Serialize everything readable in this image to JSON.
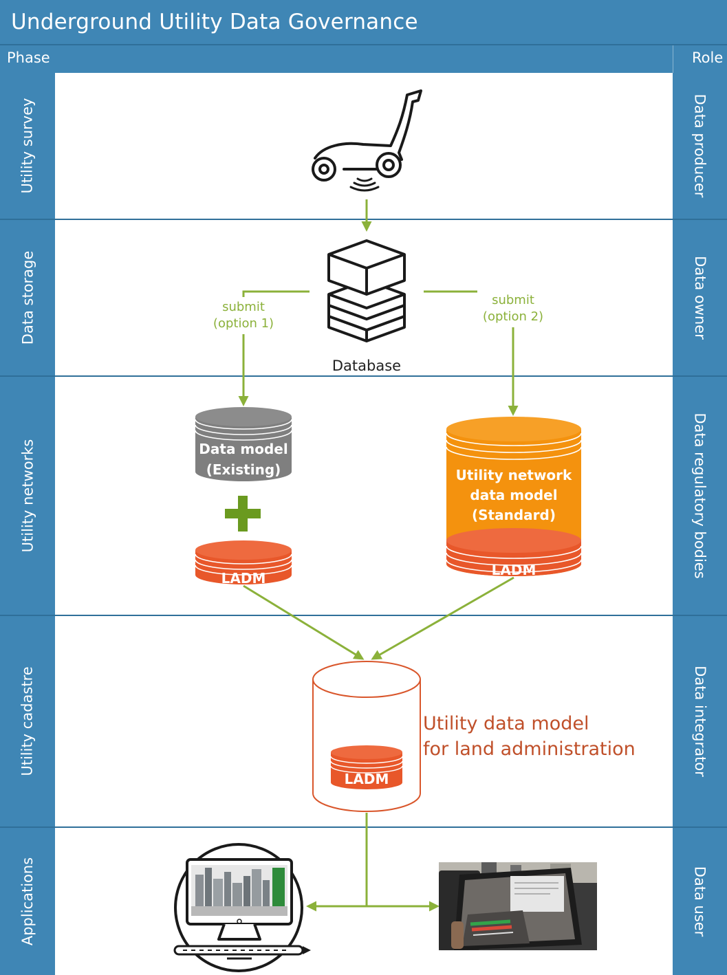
{
  "header": {
    "title": "Underground Utility Data Governance",
    "phase_label": "Phase",
    "role_label": "Role"
  },
  "lanes": [
    {
      "phase": "Utility survey",
      "role": "Data producer"
    },
    {
      "phase": "Data storage",
      "role": "Data owner"
    },
    {
      "phase": "Utility networks",
      "role": "Data regulatory bodies"
    },
    {
      "phase": "Utility cadastre",
      "role": "Data integrator"
    },
    {
      "phase": "Applications",
      "role": "Data user"
    }
  ],
  "nodes": {
    "database_label": "Database",
    "submit_option1_line1": "submit",
    "submit_option1_line2": "(option 1)",
    "submit_option2_line1": "submit",
    "submit_option2_line2": "(option 2)",
    "existing_model_line1": "Data model",
    "existing_model_line2": "(Existing)",
    "ladm_small": "LADM",
    "standard_model_line1": "Utility network",
    "standard_model_line2": "data model",
    "standard_model_line3": "(Standard)",
    "ladm_standard": "LADM",
    "cadastre_model_line1": "Utility data model",
    "cadastre_model_line2": "for land administration",
    "ladm_cadastre": "LADM"
  },
  "colors": {
    "lane_blue": "#3f86b5",
    "arrow_green": "#8bb13a",
    "existing_gray": "#7f7f7f",
    "ladm_orange_red": "#e8572a",
    "standard_orange": "#f4920e",
    "cadastre_outline": "#d9562b",
    "cadastre_text": "#c0502a"
  },
  "icons": [
    "gpr-scanner-icon",
    "database-stack-icon",
    "plus-icon",
    "desktop-monitor-icon",
    "tablet-ar-photo"
  ]
}
